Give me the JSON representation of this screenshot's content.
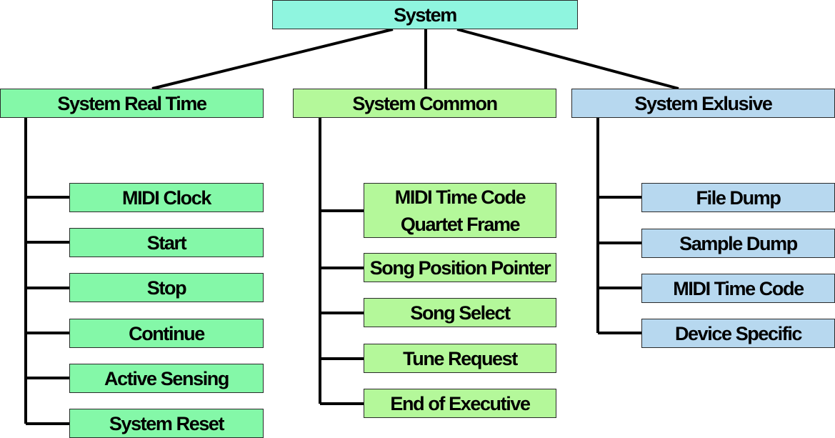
{
  "root": {
    "label": "System",
    "color": "#8ff5df"
  },
  "categories": [
    {
      "label": "System Real Time",
      "color": "#84f8a8",
      "items": [
        "MIDI Clock",
        "Start",
        "Stop",
        "Continue",
        "Active Sensing",
        "System Reset"
      ]
    },
    {
      "label": "System Common",
      "color": "#b4f89a",
      "items": [
        "MIDI Time Code Quartet Frame",
        "Song Position Pointer",
        "Song Select",
        "Tune Request",
        "End of Executive"
      ]
    },
    {
      "label": "System Exlusive",
      "color": "#b7d8ef",
      "items": [
        "File Dump",
        "Sample Dump",
        "MIDI Time Code",
        "Device Specific"
      ]
    }
  ],
  "wrapped_item": {
    "line1": "MIDI Time Code",
    "line2": "Quartet Frame"
  }
}
